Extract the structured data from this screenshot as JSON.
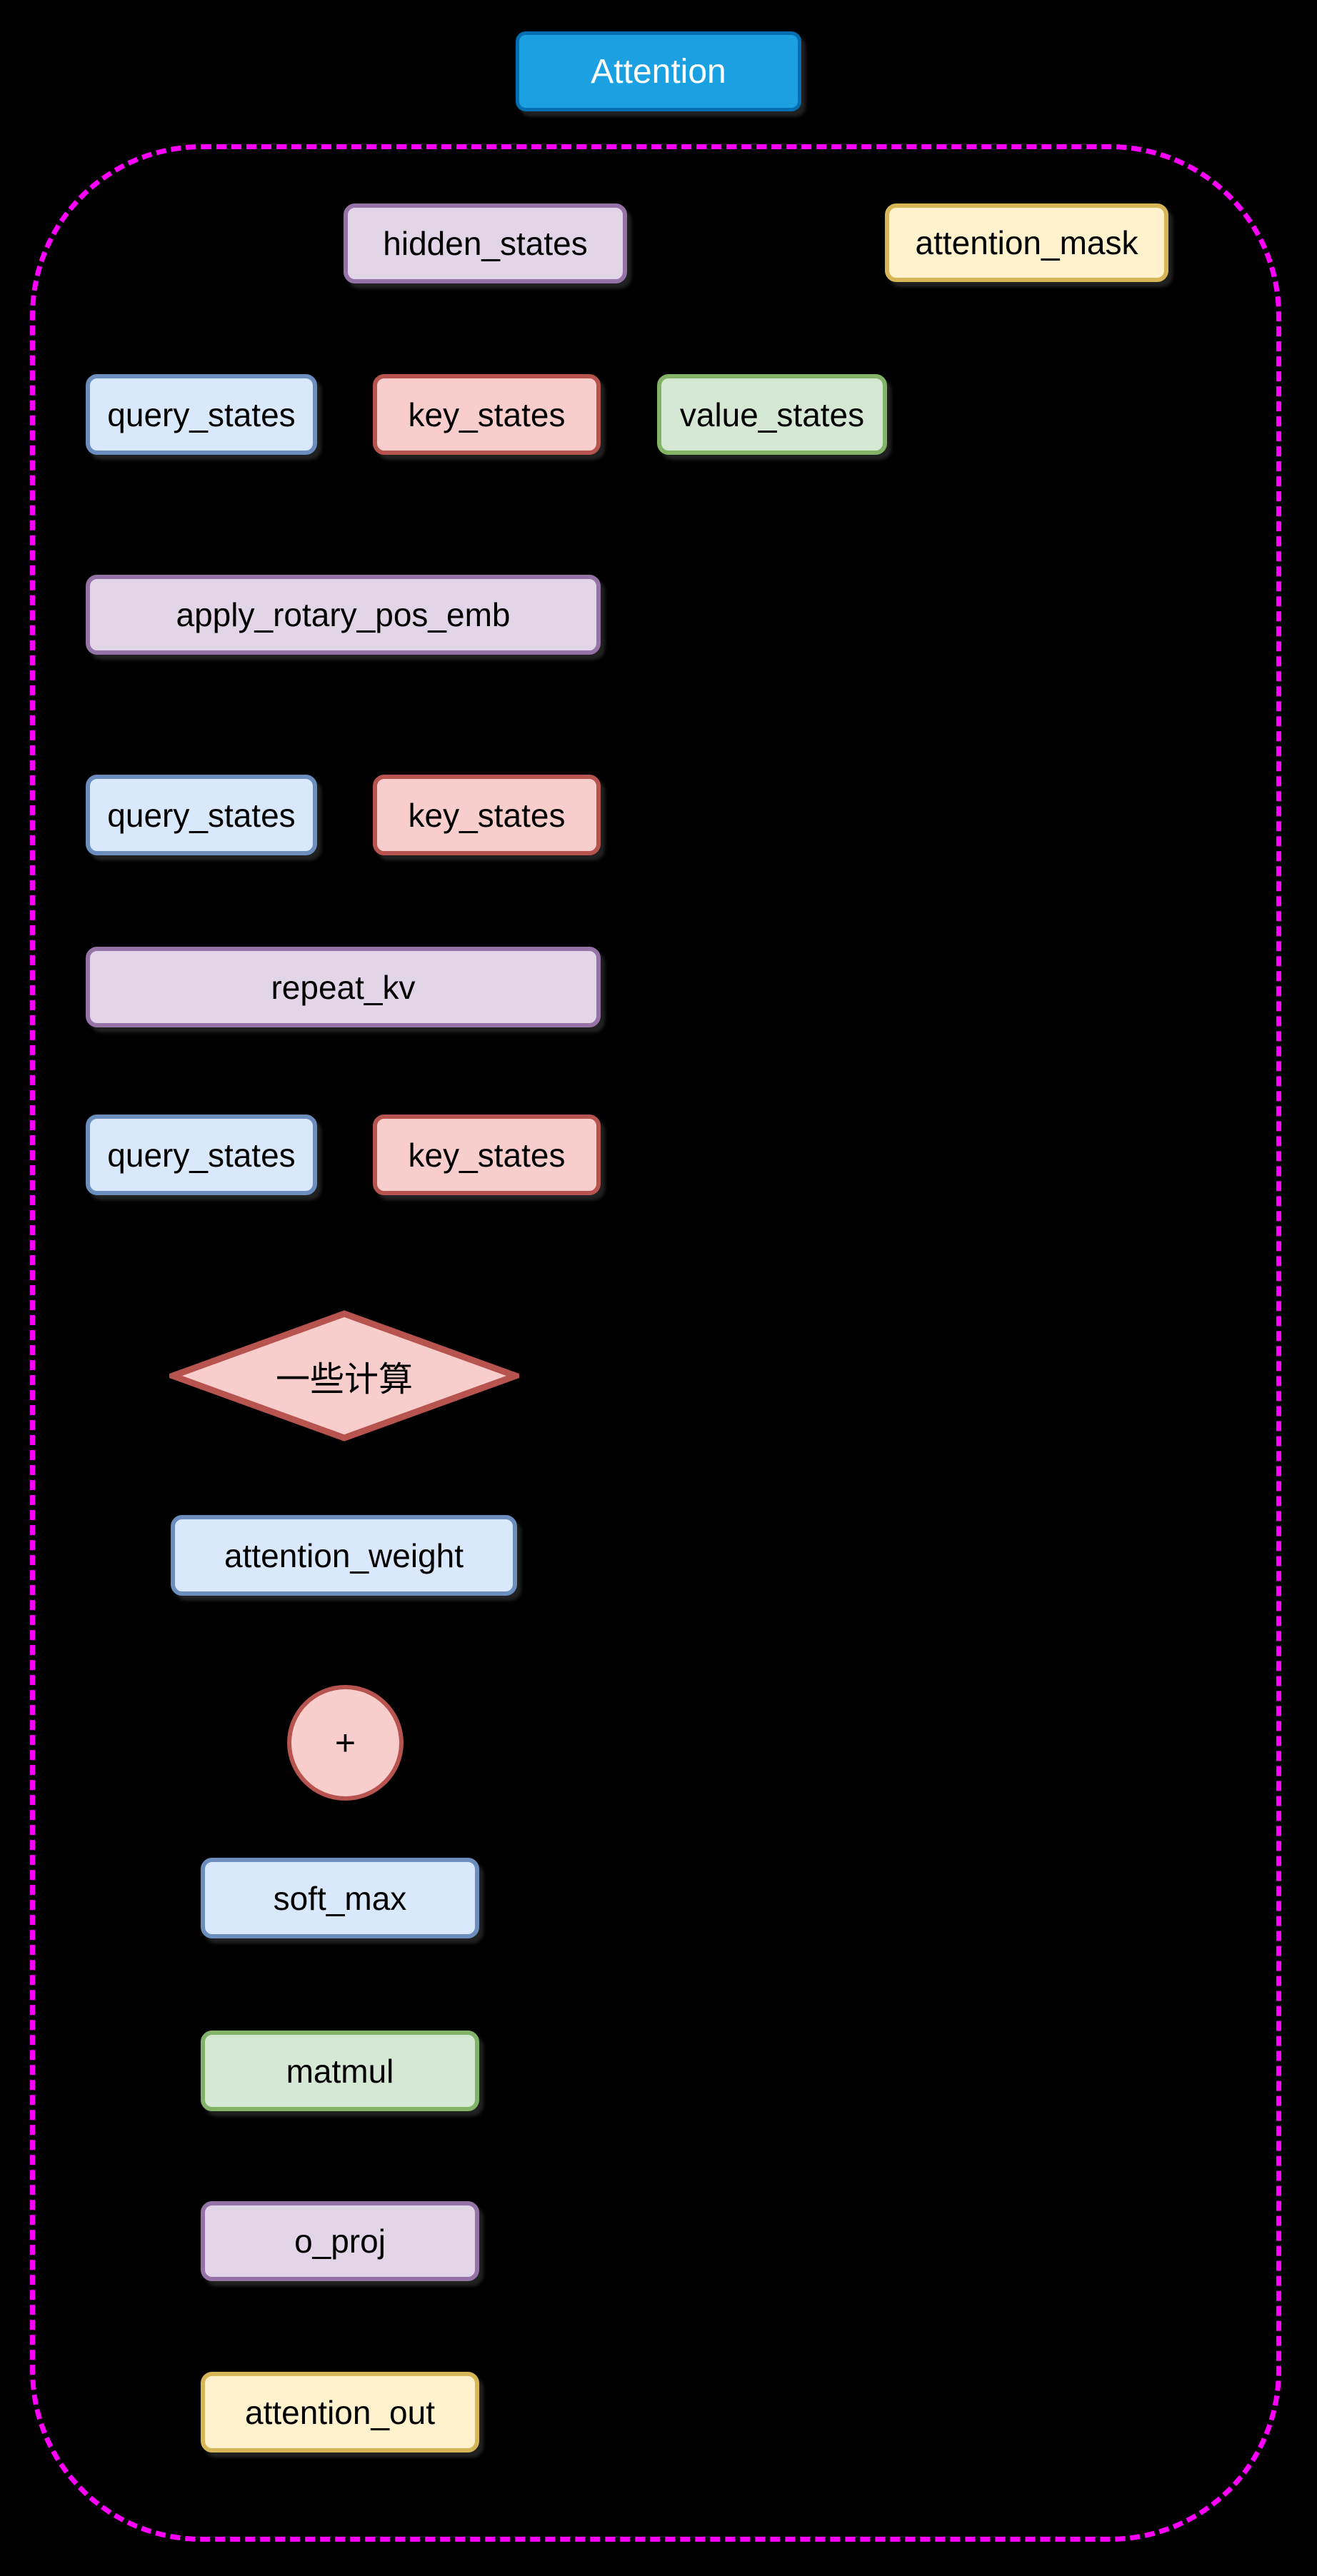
{
  "diagram": {
    "description": "Attention module flowchart",
    "colors": {
      "background": "#000000",
      "boundary_dashed": "#ff00ff",
      "title_fill": "#1ba1e2",
      "title_border": "#006eaf",
      "title_text": "#ffffff",
      "blue_fill": "#dae8fc",
      "blue_border": "#6c8ebf",
      "red_fill": "#f8cecc",
      "red_border": "#b85450",
      "green_fill": "#d5e8d4",
      "green_border": "#82b366",
      "purple_fill": "#e1d5e7",
      "purple_border": "#9673a6",
      "yellow_fill": "#fff2cc",
      "yellow_border": "#d6b656",
      "text": "#000000"
    },
    "nodes": [
      {
        "label": "Attention",
        "shape": "rounded-rect",
        "color": "azure"
      },
      {
        "label": "hidden_states",
        "shape": "rounded-rect",
        "color": "purple"
      },
      {
        "label": "attention_mask",
        "shape": "rounded-rect",
        "color": "yellow"
      },
      {
        "label": "query_states",
        "shape": "rounded-rect",
        "color": "blue"
      },
      {
        "label": "key_states",
        "shape": "rounded-rect",
        "color": "red"
      },
      {
        "label": "value_states",
        "shape": "rounded-rect",
        "color": "green"
      },
      {
        "label": "apply_rotary_pos_emb",
        "shape": "rounded-rect",
        "color": "purple"
      },
      {
        "label": "query_states",
        "shape": "rounded-rect",
        "color": "blue"
      },
      {
        "label": "key_states",
        "shape": "rounded-rect",
        "color": "red"
      },
      {
        "label": "repeat_kv",
        "shape": "rounded-rect",
        "color": "purple"
      },
      {
        "label": "query_states",
        "shape": "rounded-rect",
        "color": "blue"
      },
      {
        "label": "key_states",
        "shape": "rounded-rect",
        "color": "red"
      },
      {
        "label": "一些计算",
        "shape": "diamond",
        "color": "red"
      },
      {
        "label": "attention_weight",
        "shape": "rounded-rect",
        "color": "blue"
      },
      {
        "label": "+",
        "shape": "circle",
        "color": "red"
      },
      {
        "label": "soft_max",
        "shape": "rounded-rect",
        "color": "blue"
      },
      {
        "label": "matmul",
        "shape": "rounded-rect",
        "color": "green"
      },
      {
        "label": "o_proj",
        "shape": "rounded-rect",
        "color": "purple"
      },
      {
        "label": "attention_out",
        "shape": "rounded-rect",
        "color": "yellow"
      }
    ]
  }
}
